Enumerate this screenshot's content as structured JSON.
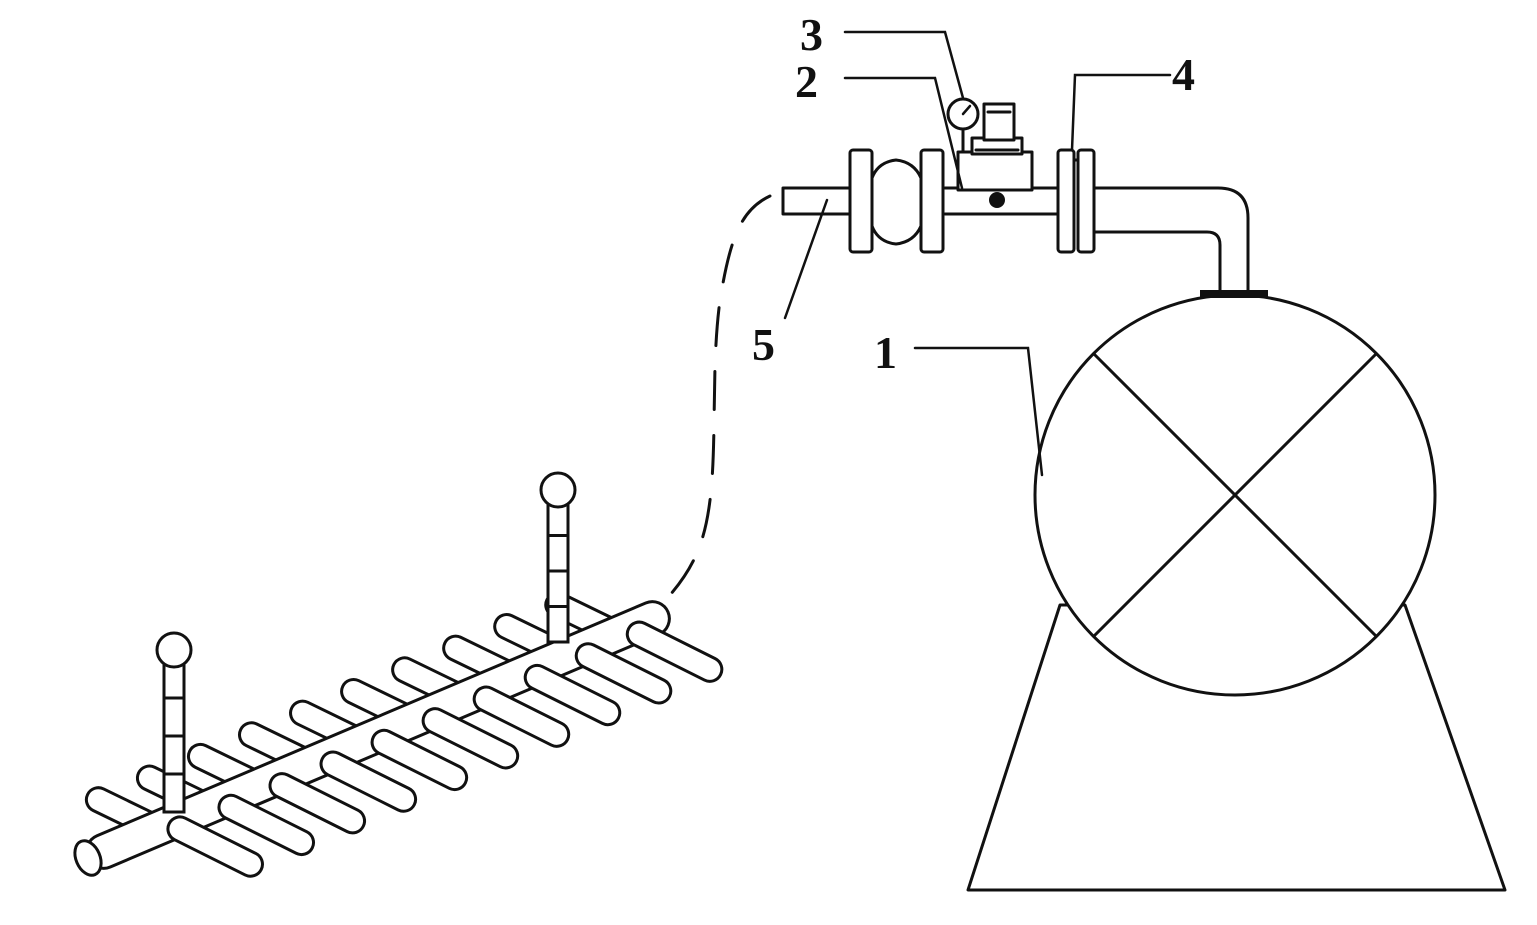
{
  "labels": {
    "tank": "1",
    "valve": "2",
    "gauge": "3",
    "flange": "4",
    "outlet": "5"
  }
}
